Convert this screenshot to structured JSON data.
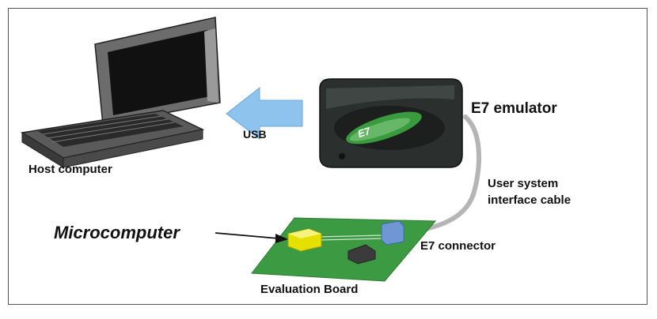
{
  "diagram": {
    "labels": {
      "host_computer": "Host computer",
      "usb": "USB",
      "emulator": "E7 emulator",
      "emulator_badge": "E7",
      "cable_line1": "User system",
      "cable_line2": "interface cable",
      "microcomputer": "Microcomputer",
      "connector": "E7 connector",
      "board": "Evaluation Board"
    },
    "icons": {
      "laptop": "laptop-icon",
      "emulator": "emulator-device-icon",
      "board": "circuit-board-icon"
    },
    "colors": {
      "usb_arrow": "#8ec3ee",
      "board": "#3c9a43",
      "chip": "#e6e000",
      "connector": "#6f97d3",
      "emulator_body": "#2b2f2d",
      "emulator_accent": "#3a9a3e",
      "cable": "#b5b5b5"
    }
  }
}
